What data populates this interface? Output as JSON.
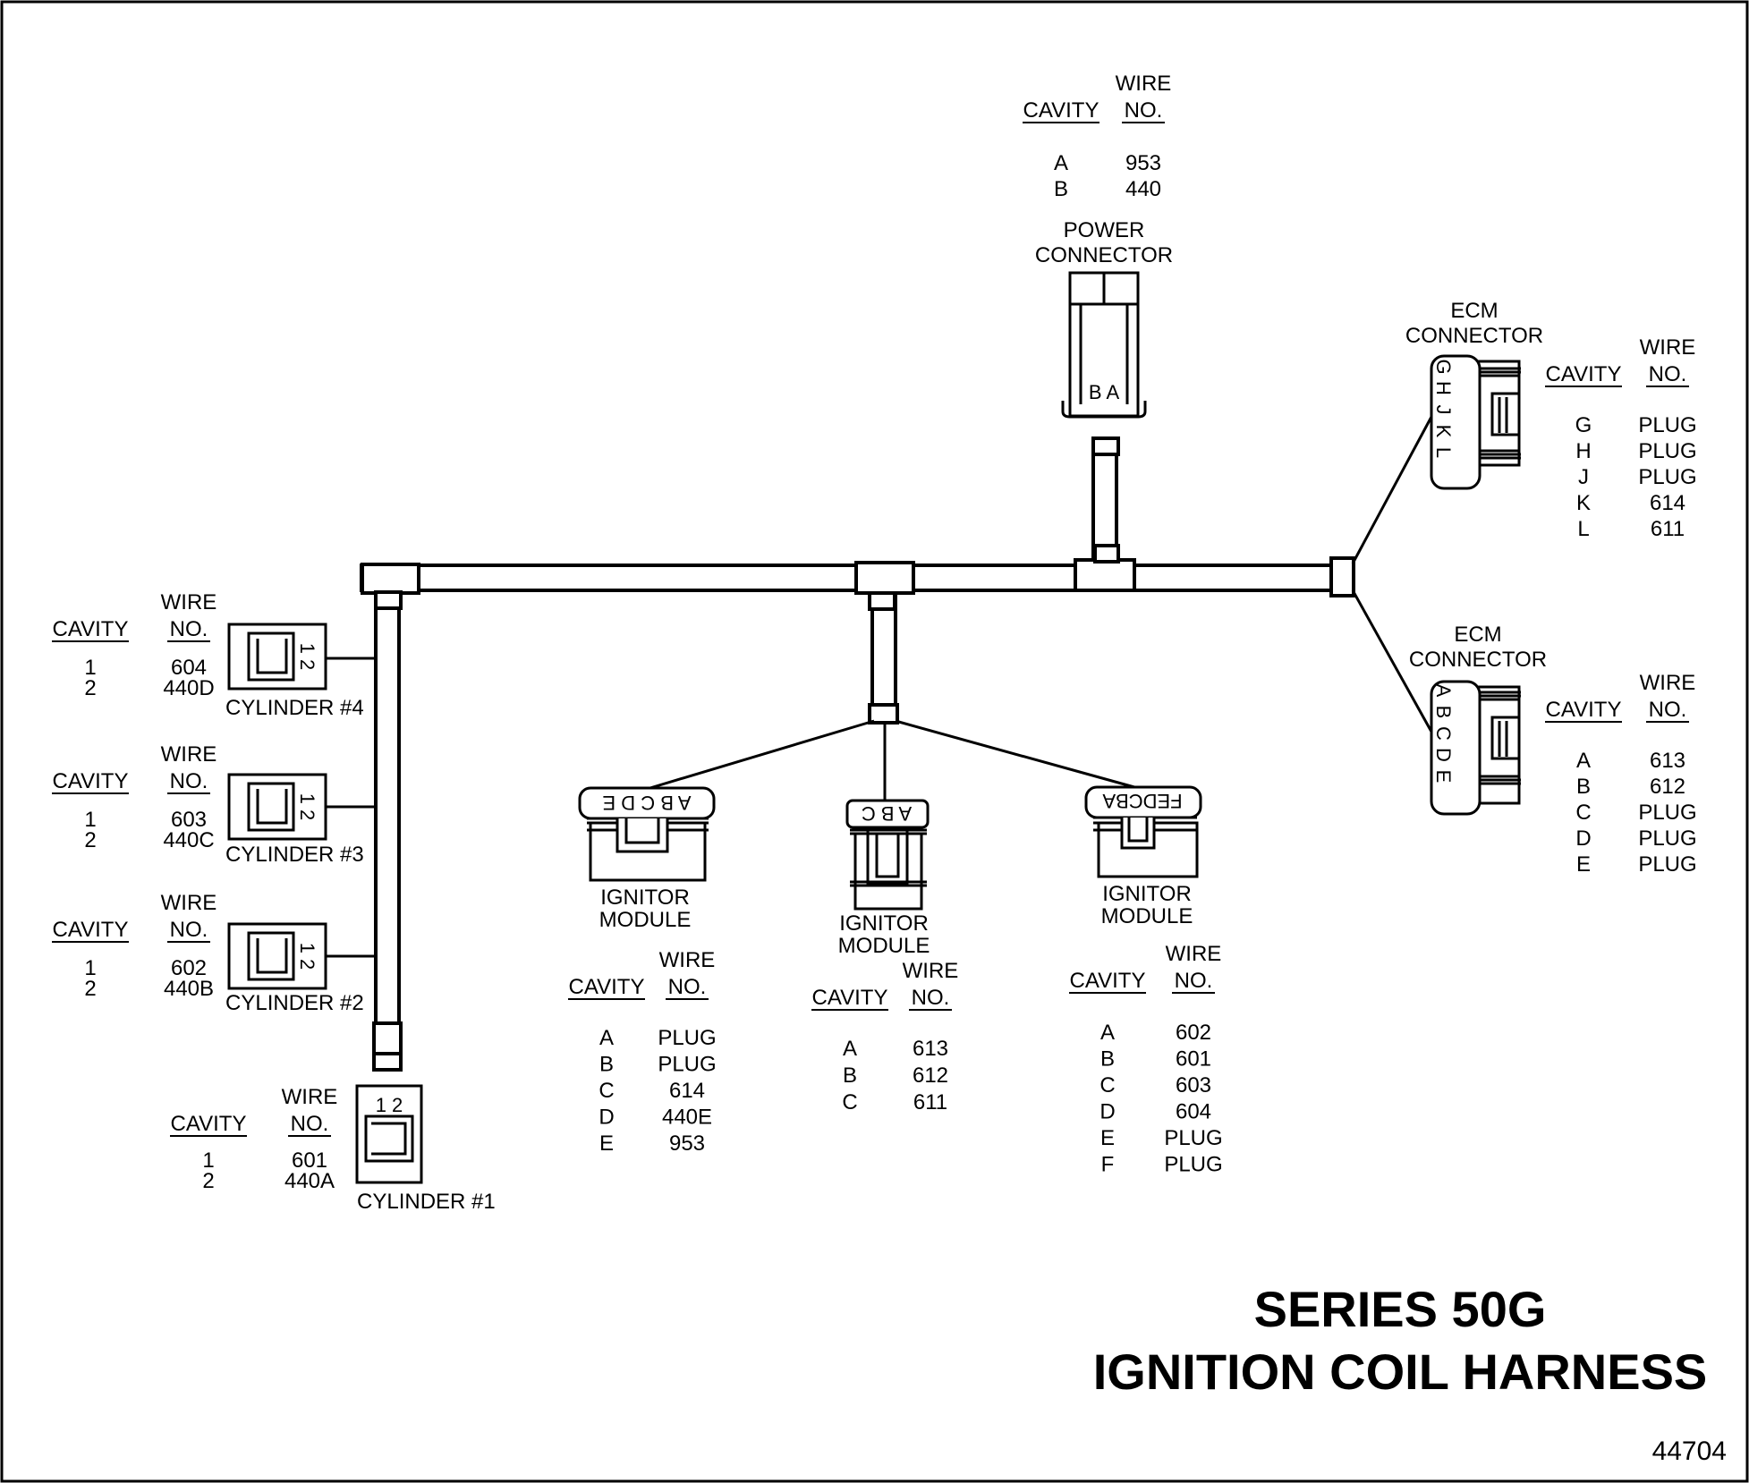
{
  "title": {
    "line1": "SERIES 50G",
    "line2": "IGNITION COIL HARNESS"
  },
  "figure_number": "44704",
  "table_headers": {
    "cavity": "CAVITY",
    "wire_top": "WIRE",
    "wire_bottom": "NO."
  },
  "connectors": {
    "power": {
      "label": [
        "POWER",
        "CONNECTOR"
      ],
      "pins": "B A",
      "rows": [
        [
          "A",
          "953"
        ],
        [
          "B",
          "440"
        ]
      ]
    },
    "ecm_top": {
      "label": [
        "ECM",
        "CONNECTOR"
      ],
      "pins": [
        "G",
        "H",
        "J",
        "K",
        "L"
      ],
      "rows": [
        [
          "G",
          "PLUG"
        ],
        [
          "H",
          "PLUG"
        ],
        [
          "J",
          "PLUG"
        ],
        [
          "K",
          "614"
        ],
        [
          "L",
          "611"
        ]
      ]
    },
    "ecm_bottom": {
      "label": [
        "ECM",
        "CONNECTOR"
      ],
      "pins": [
        "A",
        "B",
        "C",
        "D",
        "E"
      ],
      "rows": [
        [
          "A",
          "613"
        ],
        [
          "B",
          "612"
        ],
        [
          "C",
          "PLUG"
        ],
        [
          "D",
          "PLUG"
        ],
        [
          "E",
          "PLUG"
        ]
      ]
    },
    "ignitor_left": {
      "label": [
        "IGNITOR",
        "MODULE"
      ],
      "pins": "A B C D E",
      "rows": [
        [
          "A",
          "PLUG"
        ],
        [
          "B",
          "PLUG"
        ],
        [
          "C",
          "614"
        ],
        [
          "D",
          "440E"
        ],
        [
          "E",
          "953"
        ]
      ]
    },
    "ignitor_center": {
      "label": [
        "IGNITOR",
        "MODULE"
      ],
      "pins": "A B C",
      "rows": [
        [
          "A",
          "613"
        ],
        [
          "B",
          "612"
        ],
        [
          "C",
          "611"
        ]
      ]
    },
    "ignitor_right": {
      "label": [
        "IGNITOR",
        "MODULE"
      ],
      "pins": "FEDCBA",
      "rows": [
        [
          "A",
          "602"
        ],
        [
          "B",
          "601"
        ],
        [
          "C",
          "603"
        ],
        [
          "D",
          "604"
        ],
        [
          "E",
          "PLUG"
        ],
        [
          "F",
          "PLUG"
        ]
      ]
    },
    "cylinder4": {
      "label": "CYLINDER #4",
      "pins": "1 2",
      "rows": [
        [
          "1",
          "604"
        ],
        [
          "2",
          "440D"
        ]
      ]
    },
    "cylinder3": {
      "label": "CYLINDER #3",
      "pins": "1 2",
      "rows": [
        [
          "1",
          "603"
        ],
        [
          "2",
          "440C"
        ]
      ]
    },
    "cylinder2": {
      "label": "CYLINDER #2",
      "pins": "1 2",
      "rows": [
        [
          "1",
          "602"
        ],
        [
          "2",
          "440B"
        ]
      ]
    },
    "cylinder1": {
      "label": "CYLINDER #1",
      "pins": "1 2",
      "rows": [
        [
          "1",
          "601"
        ],
        [
          "2",
          "440A"
        ]
      ]
    }
  }
}
